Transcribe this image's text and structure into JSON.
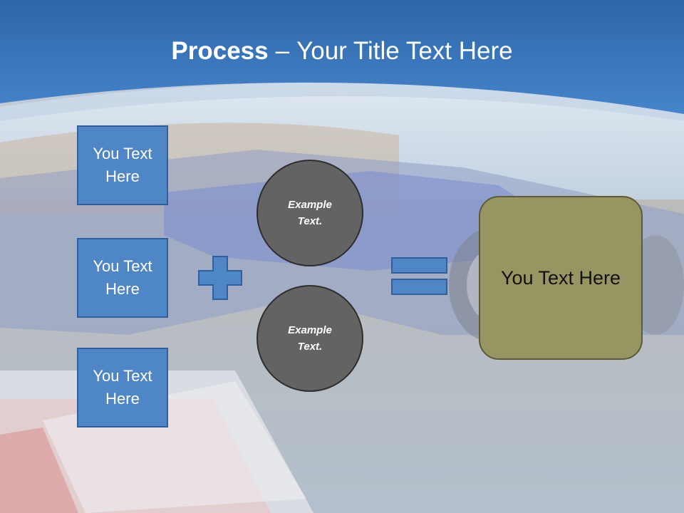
{
  "slide": {
    "title_bold": "Process",
    "title_dash": "–",
    "title_rest": "Your Title Text Here",
    "boxes": [
      {
        "label": "You Text Here"
      },
      {
        "label": "You Text Here"
      },
      {
        "label": "You Text Here"
      }
    ],
    "circles": [
      {
        "label": "Example Text."
      },
      {
        "label": "Example Text."
      }
    ],
    "result_label": "You Text Here"
  },
  "icons": {
    "operator": "plus-icon",
    "result": "equals-icon"
  },
  "colors": {
    "header_blue": "#3b76b8",
    "box_fill": "#4f86c6",
    "circle_fill": "#636363",
    "result_fill": "#979562"
  }
}
